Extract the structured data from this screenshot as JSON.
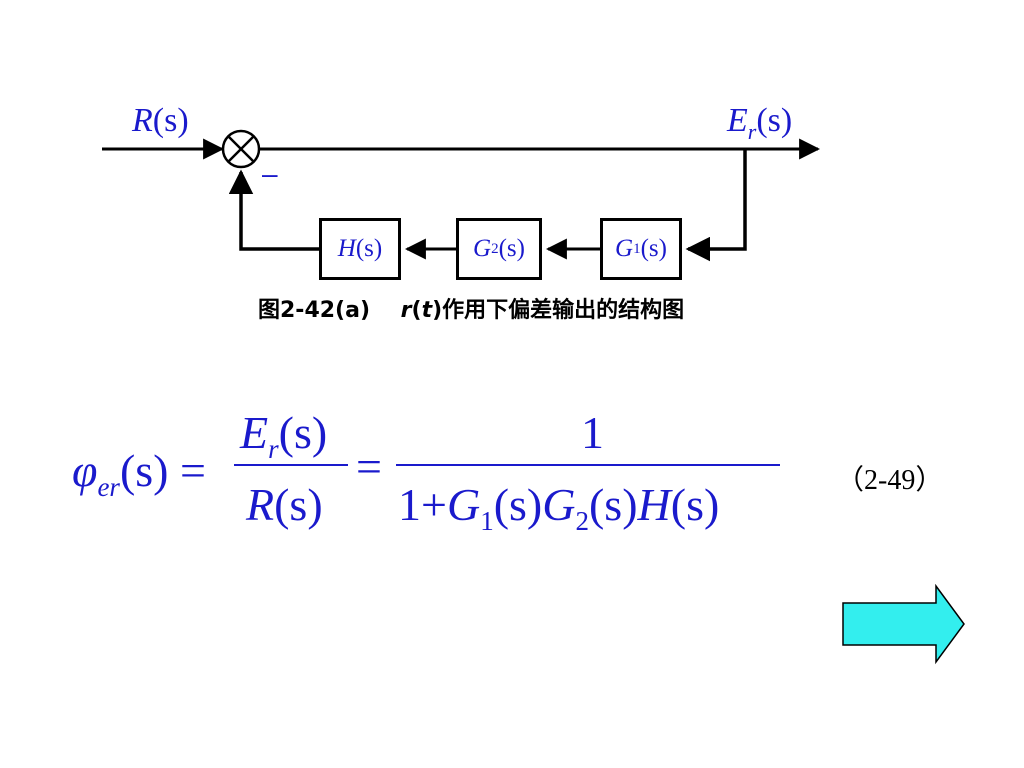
{
  "diagram": {
    "input_label": {
      "sym": "R",
      "arg": "(s)"
    },
    "output_label": {
      "sym": "E",
      "sub": "r",
      "arg": "(s)"
    },
    "feedback_sign": "–",
    "blocks": [
      {
        "sym": "H",
        "sub": "",
        "arg": "(s)"
      },
      {
        "sym": "G",
        "sub": "2",
        "arg": "(s)"
      },
      {
        "sym": "G",
        "sub": "1",
        "arg": "(s)"
      }
    ],
    "caption": {
      "prefix": "图2-42(a)",
      "var": "r",
      "open": "(",
      "var2": "t",
      "suffix": ")作用下偏差输出的结构图"
    }
  },
  "equation": {
    "lhs": {
      "sym": "φ",
      "sub": "er",
      "arg": "(s)",
      "eq": "="
    },
    "frac1": {
      "num_sym": "E",
      "num_sub": "r",
      "num_arg": "(s)",
      "den_sym": "R",
      "den_arg": "(s)"
    },
    "eq2": "=",
    "frac2": {
      "num": "1",
      "den_one": "1",
      "den_plus": "+",
      "den_g1": "G",
      "den_g1_sub": "1",
      "den_arg1": "(s)",
      "den_g2": "G",
      "den_g2_sub": "2",
      "den_arg2": "(s)",
      "den_h": "H",
      "den_arg3": "(s)"
    },
    "number": "（2-49）"
  },
  "colors": {
    "math": "#1a1acc",
    "arrow_fill": "#33eeee",
    "line": "#000000"
  },
  "icons": {
    "next": "right-arrow-icon"
  }
}
